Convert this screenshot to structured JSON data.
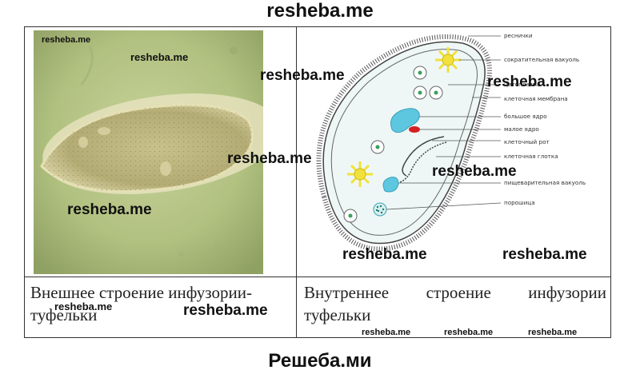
{
  "header": {
    "site": "resheba.me"
  },
  "footer": {
    "title": "Решеба.ми"
  },
  "photo": {
    "alt_description_none": ""
  },
  "diagram": {
    "labels": [
      "реснички",
      "сократительная вакуоль",
      "цитоплазма",
      "клеточная мембрана",
      "большое ядро",
      "малое ядро",
      "клеточный рот",
      "клеточная глотка",
      "пищеварительная вакуоль",
      "порошица"
    ]
  },
  "captions": {
    "left_line1": "Внешнее строение инфузории-",
    "left_line2": "туфельки",
    "right_line1": "Внутреннее строение инфузории",
    "right_line2": "туфельки"
  },
  "watermarks": {
    "text": "resheba.me"
  },
  "colors": {
    "photo_bg": "#b4c48a",
    "vacuole": "#f2e13a",
    "macronucleus": "#5ec7e0",
    "micronucleus": "#d42020",
    "organelle": "#3aa05a"
  }
}
